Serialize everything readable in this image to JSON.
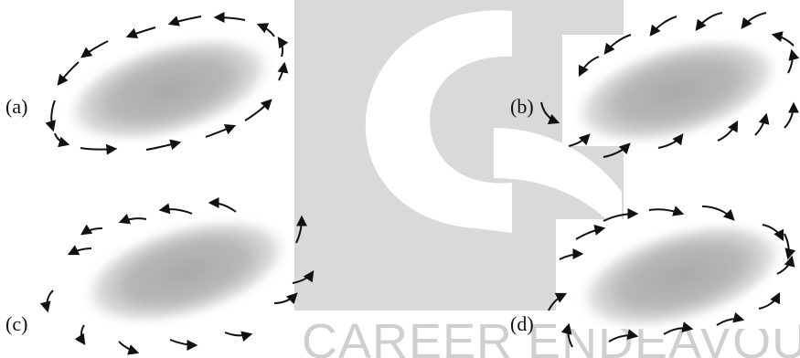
{
  "panels": [
    {
      "label": "(a)"
    },
    {
      "label": "(b)"
    },
    {
      "label": "(c)"
    },
    {
      "label": "(d)"
    }
  ],
  "watermark": {
    "text": "CAREER ENDEAVOUR"
  },
  "colors": {
    "arrow": "#111111",
    "blob_core": "#a9a9a9",
    "blob_edge": "#ffffff",
    "watermark": "#cfcfcf",
    "watermark_panel": "#d9d9d9"
  }
}
